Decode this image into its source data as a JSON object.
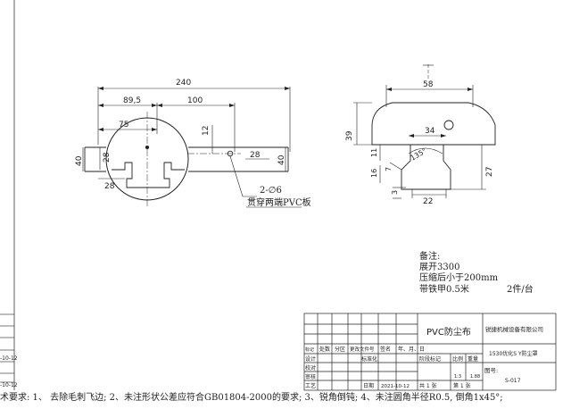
{
  "drawing": {
    "front_view": {
      "dim_total": "240",
      "dim_89_5": "89,5",
      "dim_100": "100",
      "dim_75": "75",
      "dim_12": "12",
      "dim_40_left": "40",
      "dim_28_left": "28",
      "dim_28_bottom": "28",
      "dim_28_right": "28",
      "dim_40_right": "40",
      "hole_note": "2-∅6",
      "hole_note2": "贯穿两端PVC板"
    },
    "side_view": {
      "section_mark": "",
      "dim_58": "58",
      "dim_39": "39",
      "dim_34": "34",
      "dim_11": "11",
      "dim_135": "135°",
      "dim_27": "27",
      "dim_16": "16",
      "dim_7": "7",
      "dim_3": "3",
      "dim_22": "22"
    },
    "notes": {
      "title": "备注:",
      "line1": "展开3300",
      "line2": "压缩后小于200mm",
      "line3": "带铁甲0.5米",
      "quantity": "2件/台"
    }
  },
  "title_block": {
    "part_name": "PVC防尘布",
    "company": "锐捷机械设备有限公司",
    "assembly": "1530优化S Y防尘罩",
    "drawing_no_label": "图号:",
    "drawing_no": "S-017",
    "rev_headers": [
      "标记",
      "处数",
      "分区",
      "更改文件号",
      "签名",
      "年、月、日"
    ],
    "row_labels": [
      "设计",
      "校对",
      "审核",
      "工艺"
    ],
    "standardize": "标准化",
    "date_label": "日期",
    "date_value": "2021-10-12",
    "stage_mark": "阶段标记",
    "weight": "重量",
    "ratio": "比例",
    "scale_value": "1:3",
    "weight_value": "1.88",
    "sheet_total": "共 1 张",
    "sheet_num": "第 1 张"
  },
  "left_edge": {
    "date1": "-10-12",
    "date2": "-10-12"
  },
  "requirements": "术要求:  1、  去除毛刺飞边; 2、未注形状公差应符合GB01804-2000的要求; 3、锐角倒钝; 4、未注圆角半径R0.5, 倒角1x45°;"
}
